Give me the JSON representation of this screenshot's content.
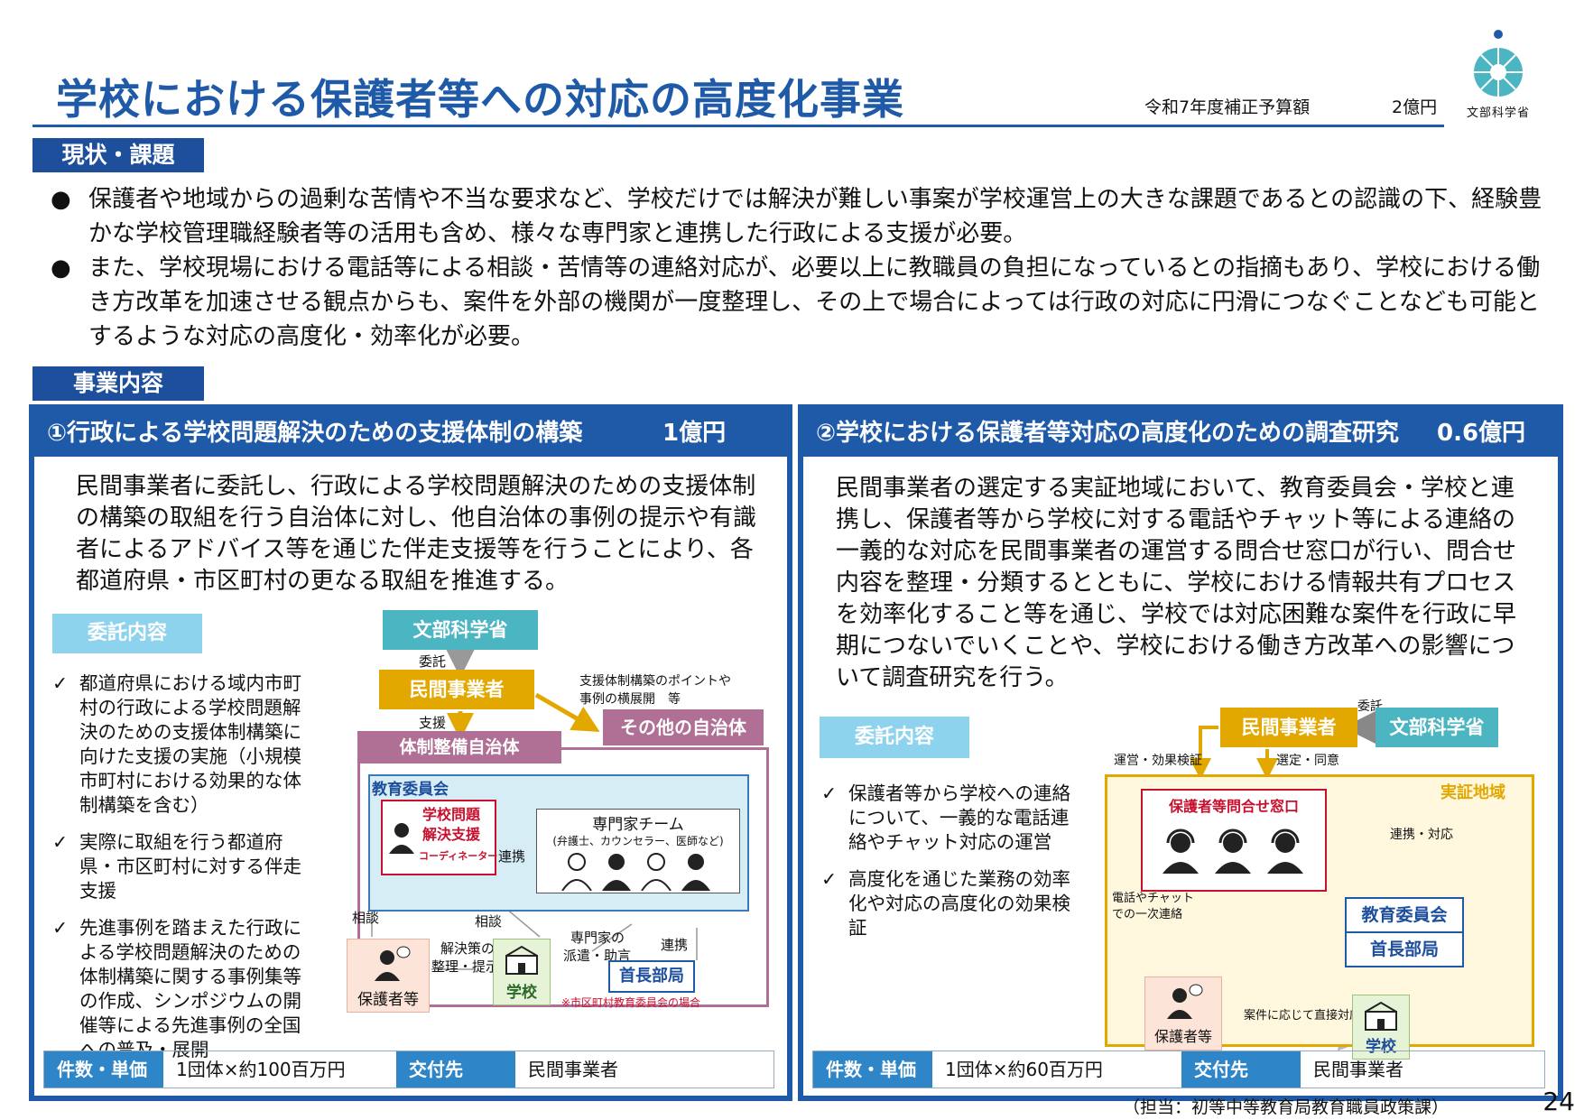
{
  "header": {
    "title": "学校における保護者等への対応の高度化事業",
    "budget_label": "令和7年度補正予算額",
    "budget_amount": "2億円",
    "logo_text": "文部科学省"
  },
  "section1": {
    "label": "現状・課題",
    "bullets": [
      "保護者や地域からの過剰な苦情や不当な要求など、学校だけでは解決が難しい事案が学校運営上の大きな課題であるとの認識の下、経験豊かな学校管理職経験者等の活用も含め、様々な専門家と連携した行政による支援が必要。",
      "また、学校現場における電話等による相談・苦情等の連絡対応が、必要以上に教職員の負担になっているとの指摘もあり、学校における働き方改革を加速させる観点からも、案件を外部の機関が一度整理し、その上で場合によっては行政の対応に円滑につなぐことなども可能とするような対応の高度化・効率化が必要。"
    ]
  },
  "section2": {
    "label": "事業内容"
  },
  "panel1": {
    "title": "①行政による学校問題解決のための支援体制の構築",
    "amount": "1億円",
    "description": "民間事業者に委託し、行政による学校問題解決のための支援体制の構築の取組を行う自治体に対し、他自治体の事例の提示や有識者によるアドバイス等を通じた伴走支援等を行うことにより、各都道府県・市区町村の更なる取組を推進する。",
    "chip": "委託内容",
    "checks": [
      "都道府県における域内市町村の行政による学校問題解決のための支援体制構築に向けた支援の実施（小規模市町村における効果的な体制構築を含む）",
      "実際に取組を行う都道府県・市区町村に対する伴走支援",
      "先進事例を踏まえた行政による学校問題解決のための体制構築に関する事例集等の作成、シンポジウムの開催等による先進事例の全国への普及・展開"
    ],
    "diagram": {
      "mext": "文部科学省",
      "itaku": "委託",
      "private": "民間事業者",
      "support_note1": "支援体制構築のポイントや",
      "support_note2": "事例の横展開　等",
      "other": "その他の自治体",
      "shien": "支援",
      "taisei": "体制整備自治体",
      "board": "教育委員会",
      "coord1": "学校問題",
      "coord2": "解決支援",
      "coord3": "コーディネーター",
      "renkei": "連携",
      "team": "専門家チーム",
      "team_sub": "(弁護士、カウンセラー、医師など)",
      "soudan1": "相談",
      "soudan2": "相談",
      "kaiketsu1": "解決策の",
      "kaiketsu2": "整理・提示",
      "haken1": "専門家の",
      "haken2": "派遣・助言",
      "renkei2": "連携",
      "parent": "保護者等",
      "school": "学校",
      "chief": "首長部局",
      "note": "※市区町村教育委員会の場合"
    },
    "bottom": {
      "k1": "件数・単価",
      "v1": "1団体×約100百万円",
      "k2": "交付先",
      "v2": "民間事業者"
    }
  },
  "panel2": {
    "title": "②学校における保護者等対応の高度化のための調査研究",
    "amount": "0.6億円",
    "description": "民間事業者の選定する実証地域において、教育委員会・学校と連携し、保護者等から学校に対する電話やチャット等による連絡の一義的な対応を民間事業者の運営する問合せ窓口が行い、問合せ内容を整理・分類するとともに、学校における情報共有プロセスを効率化すること等を通じ、学校では対応困難な案件を行政に早期につないでいくことや、学校における働き方改革への影響について調査研究を行う。",
    "chip": "委託内容",
    "checks": [
      "保護者等から学校への連絡について、一義的な電話連絡やチャット対応の運営",
      "高度化を通じた業務の効率化や対応の高度化の効果検証"
    ],
    "diagram": {
      "itaku": "委託",
      "private": "民間事業者",
      "mext": "文部科学省",
      "unei": "運営・効果検証",
      "sentei": "選定・同意",
      "jissho": "実証地域",
      "window": "保護者等問合せ窓口",
      "renkei": "連携・対応",
      "board": "教育委員会",
      "chief": "首長部局",
      "first1": "電話やチャット",
      "first2": "での一次連絡",
      "parent": "保護者等",
      "direct": "案件に応じて直接対応",
      "school": "学校"
    },
    "bottom": {
      "k1": "件数・単価",
      "v1": "1団体×約60百万円",
      "k2": "交付先",
      "v2": "民間事業者"
    }
  },
  "footer": {
    "dept": "（担当：初等中等教育局教育職員政策課）",
    "page": "24"
  },
  "colors": {
    "navy": "#1e5aa8",
    "teal": "#4bb5c1",
    "gold": "#e2a800",
    "mauve": "#b06f94",
    "red": "#c8102e",
    "lightblue": "#8ed3ee"
  }
}
